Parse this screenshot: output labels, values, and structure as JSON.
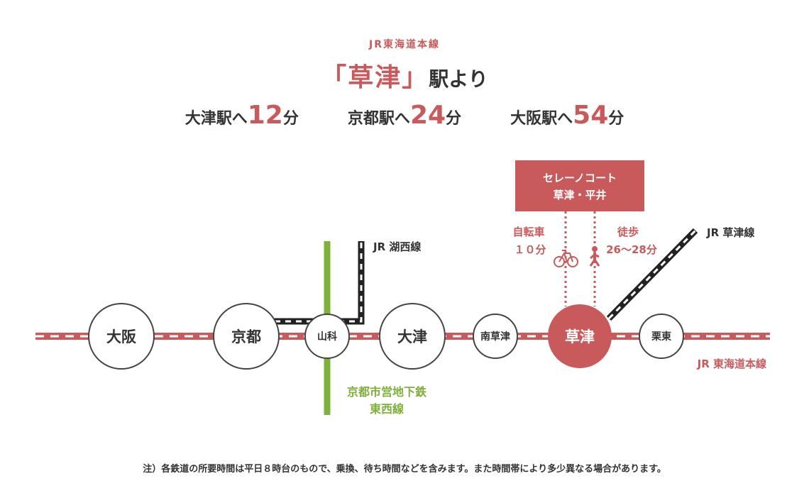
{
  "header": {
    "line_name": "JR東海道本線",
    "station": "「草津」",
    "suffix": "駅より"
  },
  "travel_times": [
    {
      "label": "大津駅へ",
      "minutes": "12",
      "unit": "分"
    },
    {
      "label": "京都駅へ",
      "minutes": "24",
      "unit": "分"
    },
    {
      "label": "大阪駅へ",
      "minutes": "54",
      "unit": "分"
    }
  ],
  "property": {
    "line1": "セレーノコート",
    "line2": "草津・平井"
  },
  "access": {
    "bicycle_label": "自転車",
    "bicycle_time": "１０分",
    "walk_label": "徒歩",
    "walk_time": "26〜28分"
  },
  "stations": {
    "osaka": "大阪",
    "kyoto": "京都",
    "yamashina": "山科",
    "otsu": "大津",
    "minami_kusatsu": "南草津",
    "kusatsu": "草津",
    "rittou": "栗東"
  },
  "lines": {
    "kosei": "JR 湖西線",
    "kusatsu": "JR 草津線",
    "tokaido": "JR 東海道本線",
    "subway_line1": "京都市営地下鉄",
    "subway_line2": "東西線"
  },
  "footnote": "注）各鉄道の所要時間は平日８時台のもので、乗換、待ち時間などを含みます。また時間帯により多少異なる場合があります。",
  "colors": {
    "jr_red": "#c95a5c",
    "subway_green": "#7db13a",
    "black_line": "#222222"
  }
}
